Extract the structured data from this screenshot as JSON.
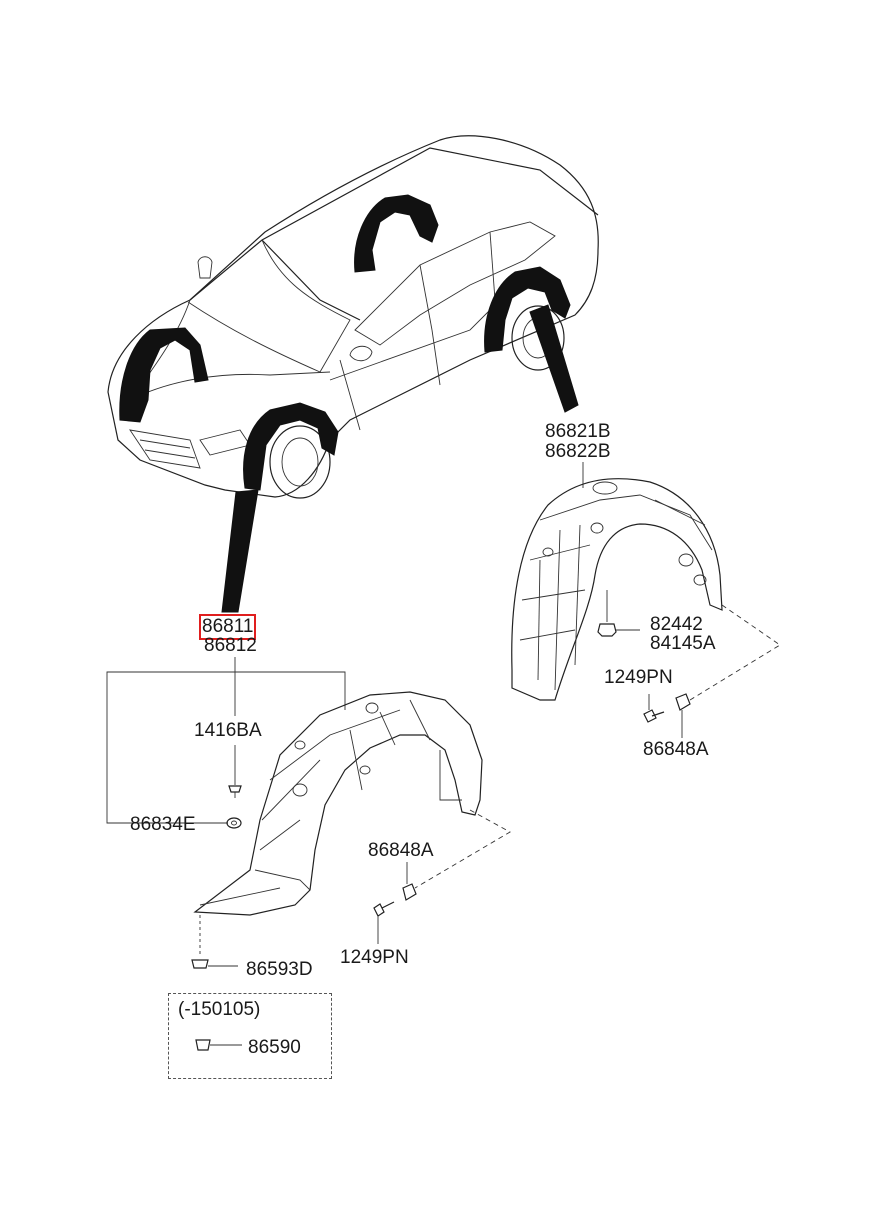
{
  "labels": {
    "rear_upper": "86821B",
    "rear_lower": "86822B",
    "front_upper": "86811",
    "front_lower": "86812",
    "screw_1416": "1416BA",
    "washer": "86834E",
    "nut_top": "82442",
    "nut_bottom": "84145A",
    "rear_bolt": "1249PN",
    "rear_clip": "86848A",
    "front_clip": "86848A",
    "front_bolt": "1249PN",
    "front_fastener": "86593D",
    "box_range": "(-150105)",
    "box_part": "86590"
  },
  "highlight": {
    "part": "86811",
    "color": "#e01e1e"
  }
}
